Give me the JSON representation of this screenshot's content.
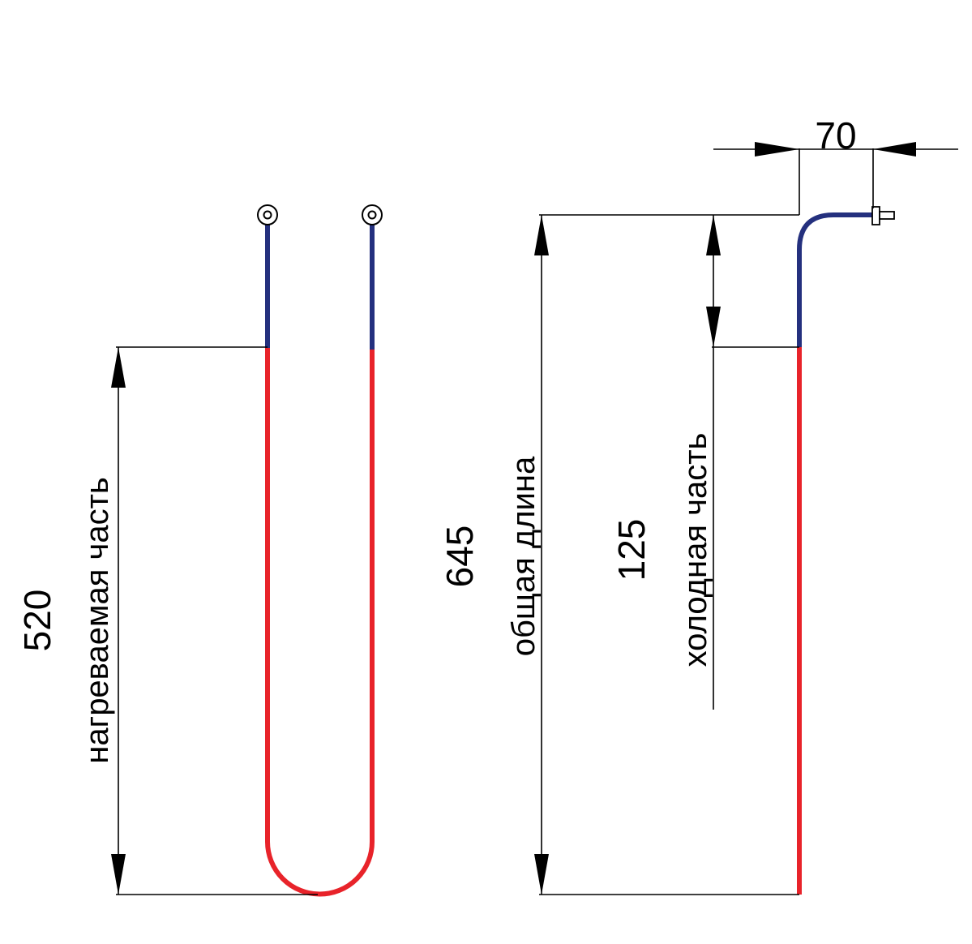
{
  "colors": {
    "heated": "#e8232a",
    "cold": "#24307e",
    "dimension": "#000000"
  },
  "left_view": {
    "heated_value": "520",
    "heated_caption": "нагреваемая часть"
  },
  "right_view": {
    "total_value": "645",
    "total_caption": "общая длина",
    "cold_value": "125",
    "cold_caption": "холодная часть",
    "bend_value": "70"
  },
  "icons": {
    "left_terminal": "terminal-ring-icon",
    "right_terminal": "terminal-ring-icon",
    "side_terminal": "terminal-pin-icon"
  }
}
